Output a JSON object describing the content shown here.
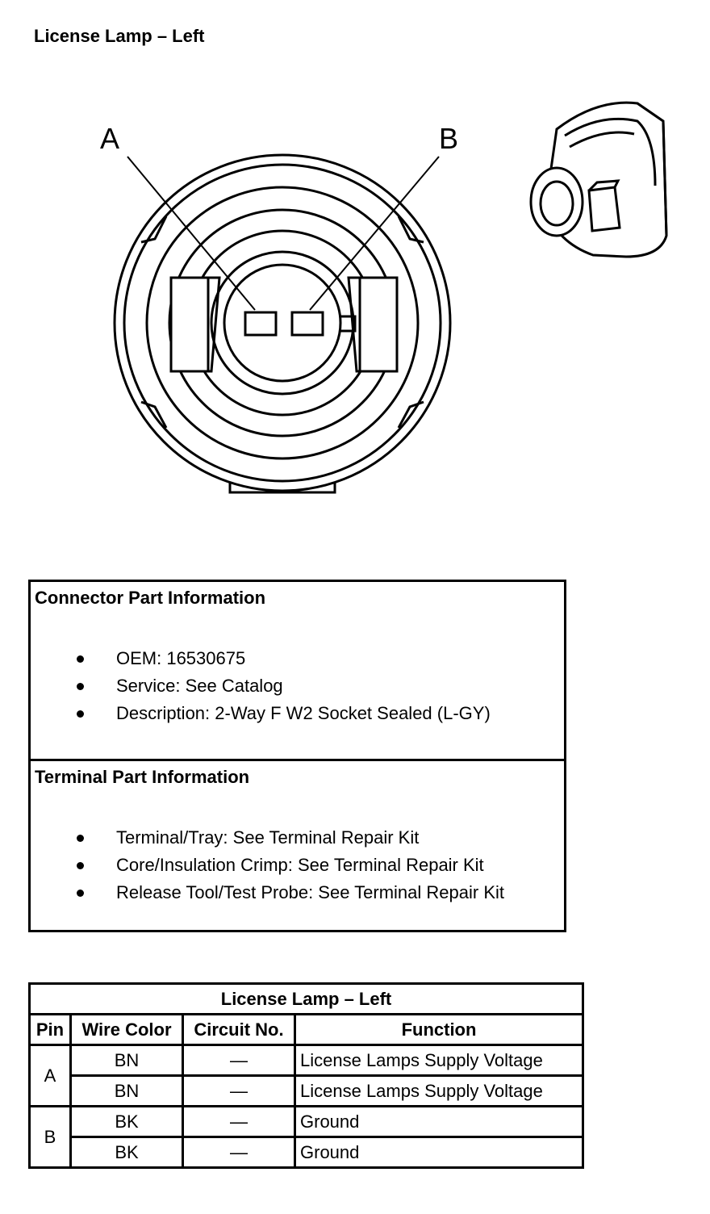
{
  "page": {
    "title": "License Lamp – Left"
  },
  "diagram": {
    "pin_labels": [
      "A",
      "B"
    ]
  },
  "connector_info": {
    "heading": "Connector Part Information",
    "items": [
      "OEM: 16530675",
      "Service: See Catalog",
      "Description: 2-Way F W2 Socket Sealed (L-GY)"
    ]
  },
  "terminal_info": {
    "heading": "Terminal Part Information",
    "items": [
      "Terminal/Tray: See Terminal Repair Kit",
      "Core/Insulation Crimp: See Terminal Repair Kit",
      "Release Tool/Test Probe: See Terminal Repair Kit"
    ]
  },
  "pin_table": {
    "title": "License Lamp – Left",
    "headers": [
      "Pin",
      "Wire Color",
      "Circuit No.",
      "Function"
    ],
    "groups": [
      {
        "pin": "A",
        "rows": [
          {
            "wire_color": "BN",
            "circuit": "—",
            "function": "License Lamps Supply Voltage"
          },
          {
            "wire_color": "BN",
            "circuit": "—",
            "function": "License Lamps Supply Voltage"
          }
        ]
      },
      {
        "pin": "B",
        "rows": [
          {
            "wire_color": "BK",
            "circuit": "—",
            "function": "Ground"
          },
          {
            "wire_color": "BK",
            "circuit": "—",
            "function": "Ground"
          }
        ]
      }
    ]
  }
}
